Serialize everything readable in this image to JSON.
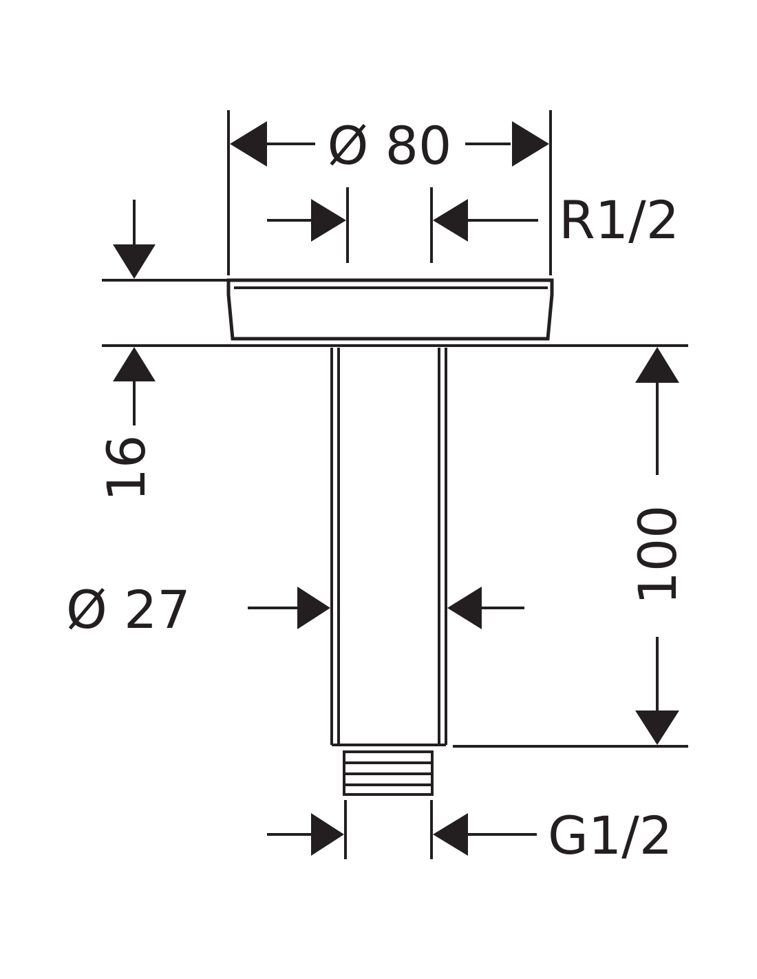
{
  "drawing": {
    "dimensions": {
      "flange_diameter": "Ø 80",
      "inlet_thread": "R1/2",
      "flange_height": "16",
      "pipe_length": "100",
      "pipe_diameter": "Ø 27",
      "outlet_thread": "G1/2"
    },
    "colors": {
      "line": "#231f20",
      "background": "#ffffff"
    }
  }
}
